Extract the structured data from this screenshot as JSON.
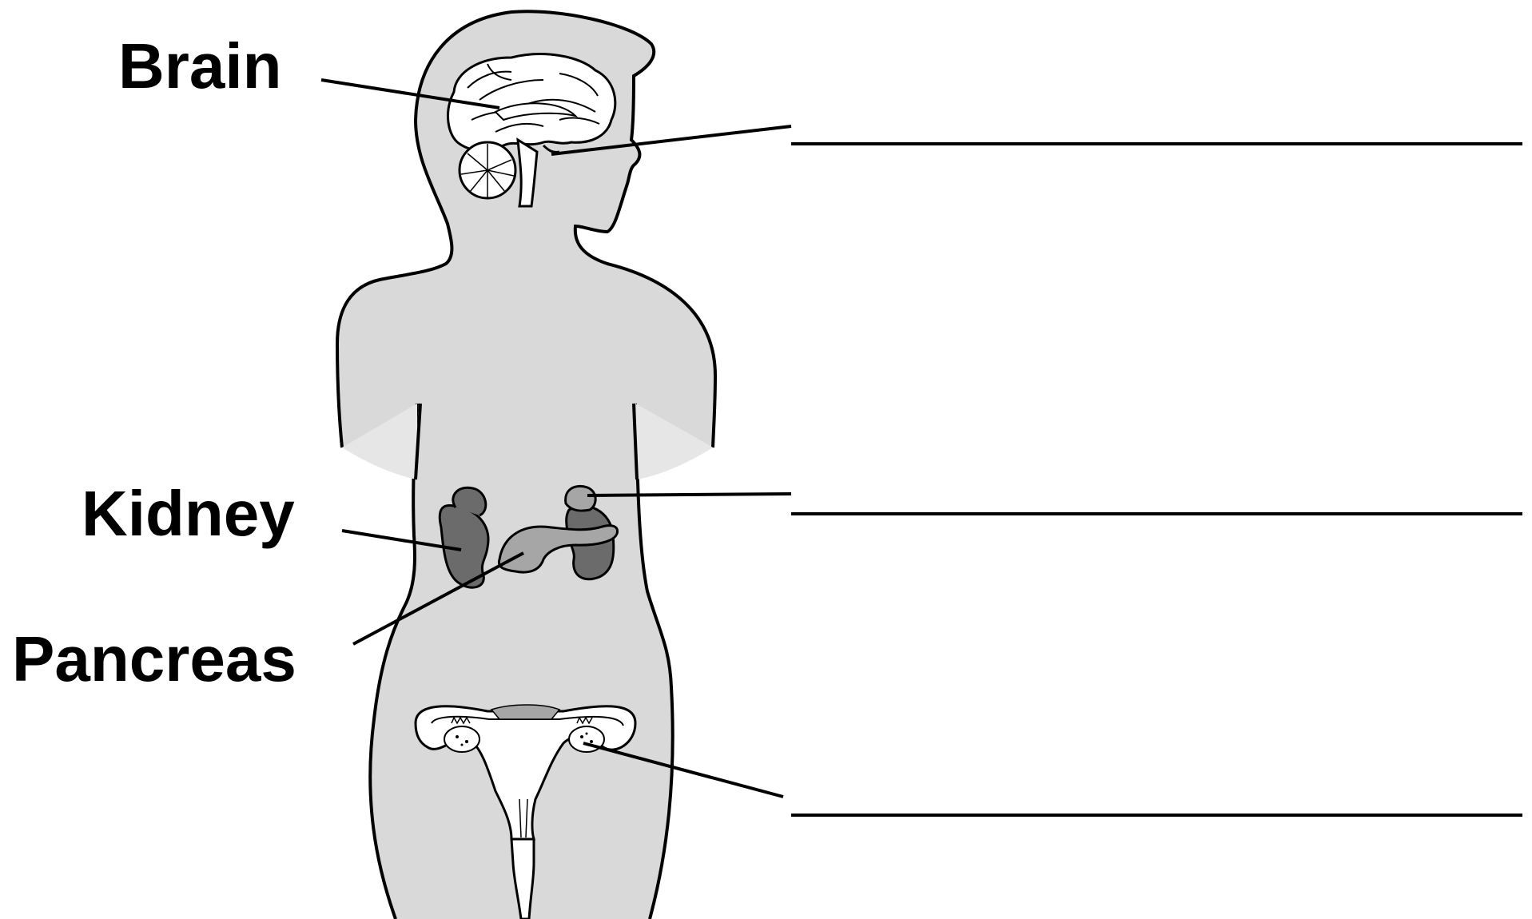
{
  "colors": {
    "body_fill": "#d9d9d9",
    "outline": "#000000",
    "organ_dark": "#6b6b6b",
    "organ_mid": "#a6a6a6",
    "background": "#ffffff"
  },
  "labels": {
    "brain": "Brain",
    "kidney": "Kidney",
    "pancreas": "Pancreas"
  },
  "answer_blanks": [
    {
      "id": "blank-pituitary",
      "value": ""
    },
    {
      "id": "blank-adrenal",
      "value": ""
    },
    {
      "id": "blank-ovary",
      "value": ""
    }
  ],
  "icons": {
    "brain": "brain-icon",
    "kidney": "kidney-icon",
    "pancreas": "pancreas-icon",
    "reproductive": "uterus-ovaries-icon"
  }
}
